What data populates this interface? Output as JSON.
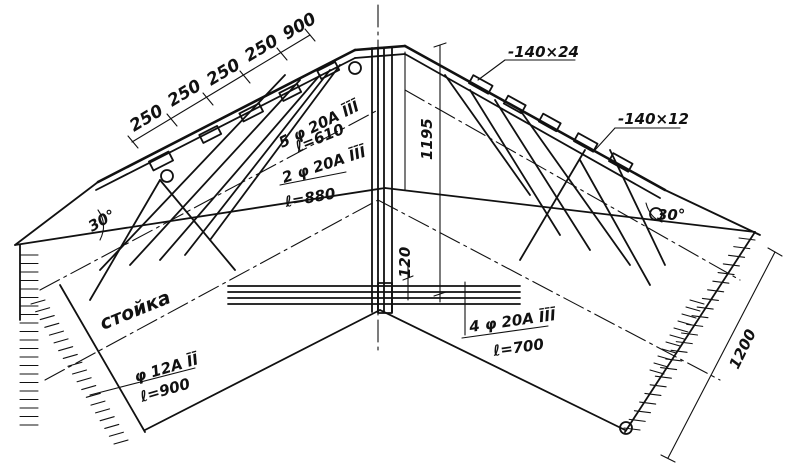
{
  "dimensions": {
    "top_spacing": [
      "250",
      "250",
      "250",
      "250",
      "900"
    ],
    "height": "1195",
    "gap": "120",
    "side": "1200"
  },
  "plates": {
    "top": "-140×24",
    "side": "-140×12"
  },
  "rebars": {
    "diag_main": {
      "spec": "5 φ 20A ĪĪĪ",
      "length": "ℓ=610"
    },
    "diag_second": {
      "spec": "2 φ 20A ĪĪĪ",
      "length": "ℓ=880"
    },
    "bottom": {
      "spec": "4 φ 20A ĪĪĪ",
      "length": "ℓ=700"
    },
    "column": {
      "spec": "φ 12A ĪĪ",
      "length": "ℓ=900"
    }
  },
  "angles": {
    "left": "30°",
    "right": "30°"
  },
  "column_label": "стойка"
}
